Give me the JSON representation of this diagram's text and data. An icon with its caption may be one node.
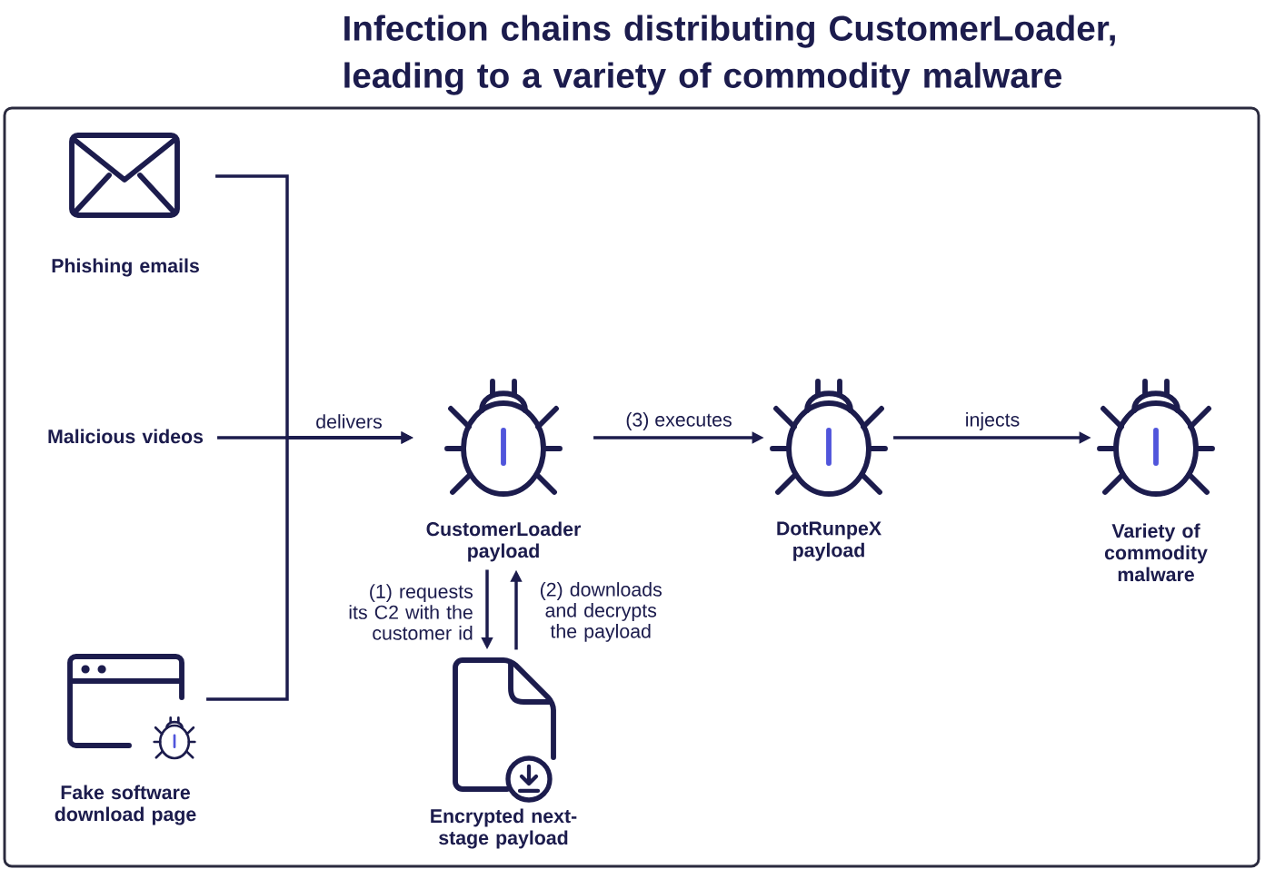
{
  "diagram": {
    "title": "Infection chains distributing CustomerLoader, leading to a variety of commodity malware",
    "nodes": [
      {
        "text": [
          "Phishing emails"
        ]
      },
      {
        "text": [
          "Malicious videos"
        ]
      },
      {
        "text": [
          "Fake software download page"
        ]
      },
      {
        "text": [
          "CustomerLoader payload"
        ]
      },
      {
        "text": [
          "DotRunpeX payload"
        ]
      },
      {
        "text": [
          "Variety of commodity malware"
        ]
      },
      {
        "text": [
          "Encrypted next-stage payload"
        ]
      }
    ],
    "edges": [
      {
        "from": 0,
        "to": 3,
        "arrow": "to"
      },
      {
        "from": 1,
        "to": 3,
        "arrow": "to",
        "label": "delivers"
      },
      {
        "from": 2,
        "to": 3,
        "arrow": "to"
      },
      {
        "from": 3,
        "to": 4,
        "arrow": "to",
        "label": "(3) executes"
      },
      {
        "from": 4,
        "to": 5,
        "arrow": "to",
        "label": "injects"
      },
      {
        "from": 3,
        "to": 6,
        "arrow": "to",
        "label": "(1) requests its C2 with the customer id"
      },
      {
        "from": 6,
        "to": 3,
        "arrow": "to",
        "label": "(2) downloads and decrypts the payload"
      }
    ]
  }
}
